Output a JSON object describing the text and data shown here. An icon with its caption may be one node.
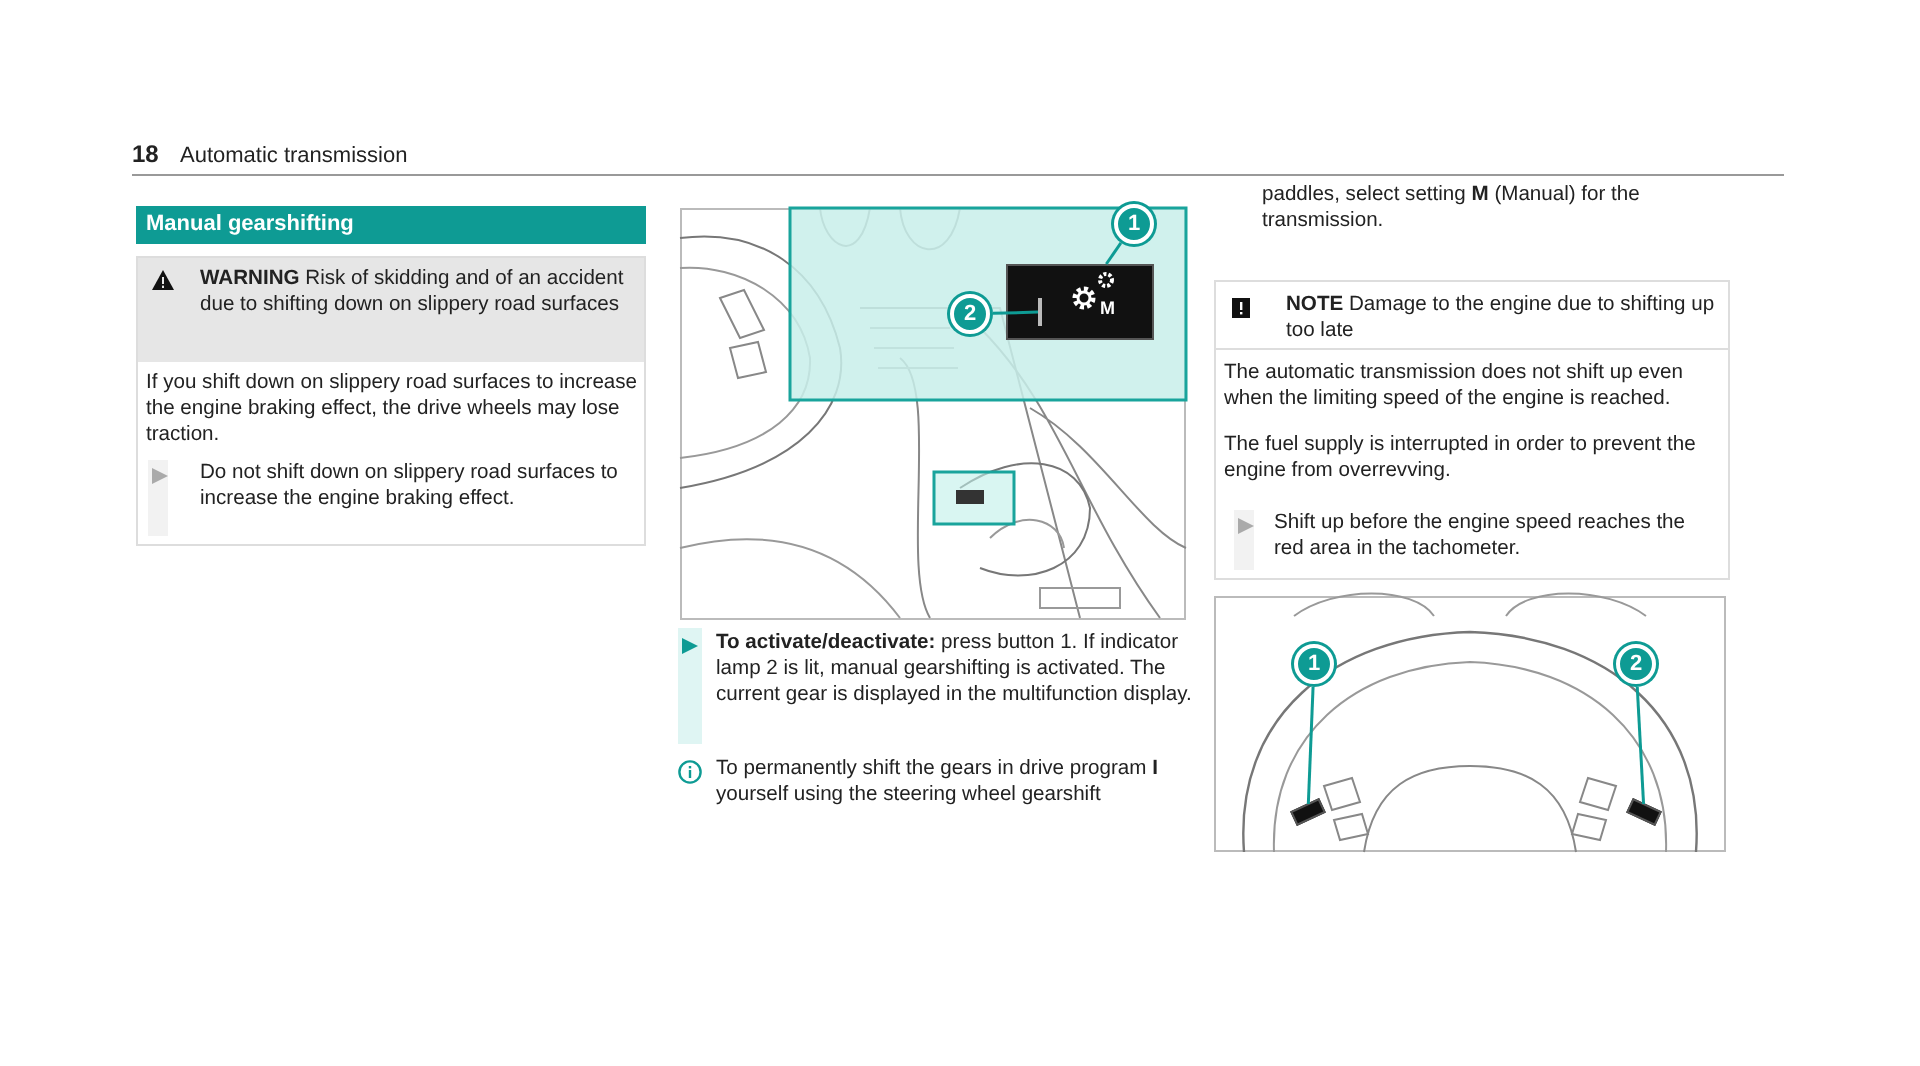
{
  "diagram": {
    "nodes": [
      {
        "text": [
          "1"
        ]
      },
      {
        "text": [
          "2"
        ]
      },
      {
        "text": [],
        "shape": "box"
      },
      {
        "text": [],
        "shape": "bar",
        "in": 2
      },
      {
        "text": [
          "1"
        ]
      },
      {
        "text": [
          "2"
        ]
      },
      {
        "text": [],
        "shape": "box"
      },
      {
        "text": [],
        "shape": "box"
      }
    ],
    "edges": [
      {
        "from": 0,
        "to": 2,
        "arrow": "none"
      },
      {
        "from": 1,
        "to": 3,
        "arrow": "none"
      },
      {
        "from": 4,
        "to": 6,
        "arrow": "none"
      },
      {
        "from": 5,
        "to": 7,
        "arrow": "none"
      }
    ],
    "labels": [
      "18",
      "Automatic transmission",
      "Manual gearshifting",
      "**WARNING** Risk of skidding and of an accident due to shifting down on slippery road surfaces",
      "If you shift down on slippery road surfaces to increase the engine braking effect, the drive wheels may lose traction.",
      "Do not shift down on slippery road surfaces to increase the engine braking effect.",
      "M",
      "**To activate/deactivate:** press button 1. If indicator lamp 2 is lit, manual gearshifting is activated. The current gear is displayed in the multifunction display.",
      "To permanently shift the gears in drive program **I** yourself using the steering wheel gearshift",
      "paddles, select setting **M** (Manual) for the transmission.",
      "**NOTE** Damage to the engine due to shifting up too late",
      "The automatic transmission does not shift up even when the limiting speed of the engine is reached.",
      "The fuel supply is interrupted in order to prevent the engine from overrevving.",
      "Shift up before the engine speed reaches the red area in the tachometer."
    ]
  }
}
